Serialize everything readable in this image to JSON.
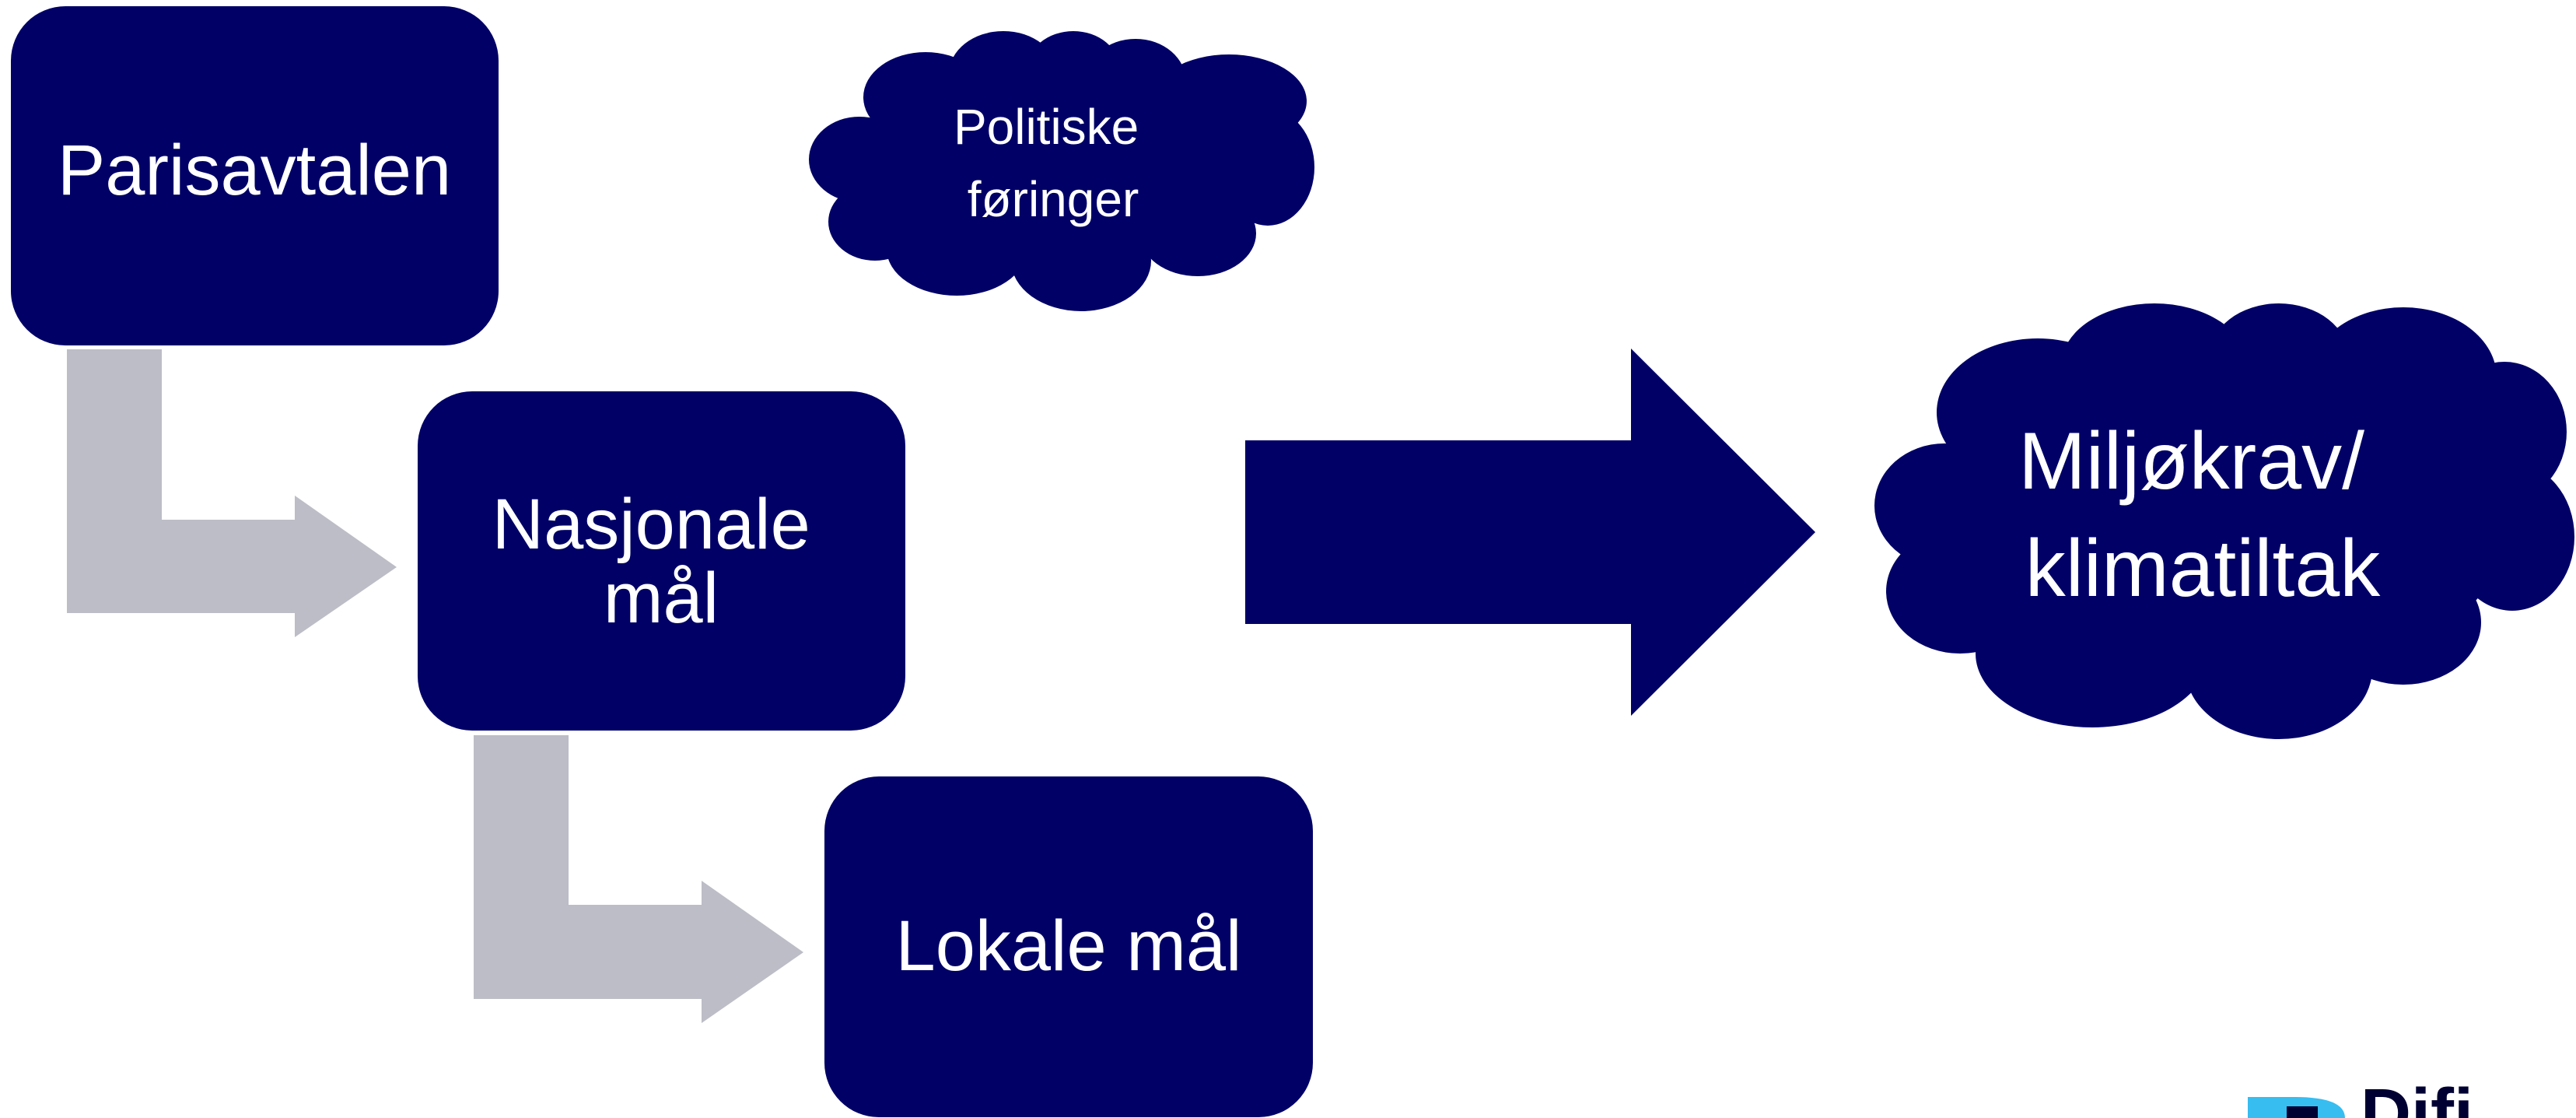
{
  "diagram": {
    "boxes": [
      {
        "id": "parisavtalen",
        "lines": [
          "Parisavtalen"
        ]
      },
      {
        "id": "nasjonale",
        "lines": [
          "Nasjonale",
          "mål"
        ]
      },
      {
        "id": "lokale",
        "lines": [
          "Lokale mål"
        ]
      }
    ],
    "clouds": [
      {
        "id": "politiske",
        "lines": [
          "Politiske",
          "føringer"
        ]
      },
      {
        "id": "miljokrav",
        "lines": [
          "Miljøkrav/",
          "klimatiltak"
        ]
      }
    ],
    "colors": {
      "box_fill": "#000066",
      "elbow_arrow": "#BCBDC6",
      "big_arrow": "#000066",
      "text": "#ffffff",
      "logo_light": "#37BDF0",
      "logo_dark": "#000033"
    }
  },
  "logo": {
    "text": "Difi"
  }
}
